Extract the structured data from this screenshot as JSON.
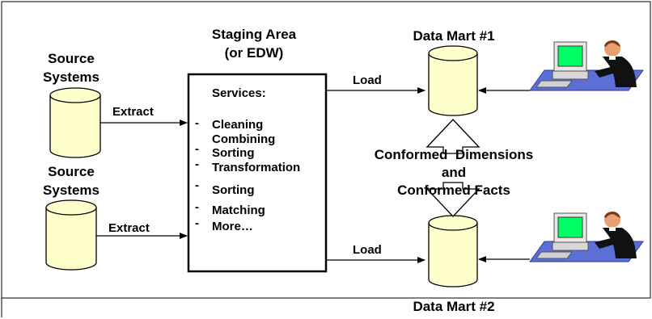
{
  "colors": {
    "cylinder_fill": "#ffffcc",
    "stroke": "#000000",
    "desk": "#5b6fd6",
    "monitor": "#e8e8e8",
    "screen": "#00ff66",
    "skin": "#e8a070",
    "suit": "#111111"
  },
  "source_systems": [
    {
      "label_line1": "Source",
      "label_line2": "Systems",
      "extract_label": "Extract"
    },
    {
      "label_line1": "Source",
      "label_line2": "Systems",
      "extract_label": "Extract"
    }
  ],
  "staging": {
    "title_line1": "Staging Area",
    "title_line2": "(or EDW)",
    "services_label": "Services:",
    "services": [
      "Cleaning",
      "Combining",
      "Sorting",
      "Transformation",
      "Sorting",
      "Matching",
      "More…"
    ]
  },
  "data_marts": [
    {
      "label": "Data Mart #1",
      "load_label": "Load"
    },
    {
      "label": "Data Mart #2",
      "load_label": "Load"
    }
  ],
  "conformed": {
    "line1": "Conformed  Dimensions",
    "line2": "and",
    "line3": "Conformed Facts"
  },
  "icons": {
    "user_workstation": "user-at-computer-icon",
    "cylinder": "database-cylinder-icon"
  }
}
